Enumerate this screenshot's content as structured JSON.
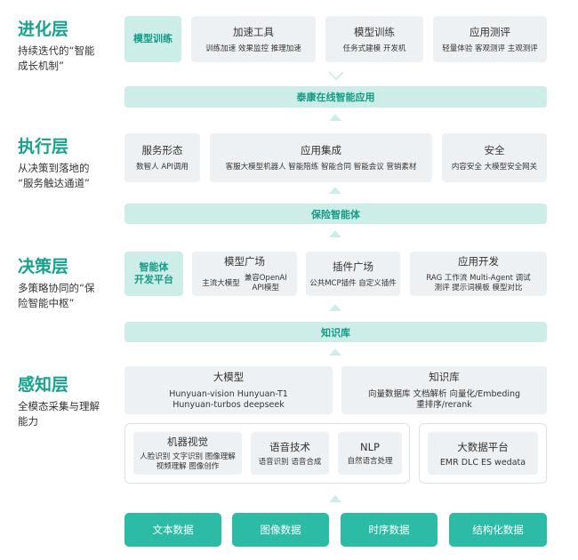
{
  "layers": {
    "evolution": {
      "title": "进化层",
      "desc": [
        "持续迭代的“智能",
        "成长机制”"
      ]
    },
    "execution": {
      "title": "执行层",
      "desc": [
        "从决策到落地的",
        "“服务触达通道”"
      ]
    },
    "decision": {
      "title": "决策层",
      "desc": [
        "多策略协同的“保",
        "险智能中枢”"
      ]
    },
    "perception": {
      "title": "感知层",
      "desc": [
        "全模态采集与理解",
        "能力"
      ]
    }
  },
  "evolution": {
    "model_training": "模型训练",
    "cards": [
      {
        "title": "加速工具",
        "sub": "训练加速  效果监控  推理加速"
      },
      {
        "title": "模型训练",
        "sub": "任务式建模  开发机"
      },
      {
        "title": "应用测评",
        "sub": "轻量体验  客观测评  主观测评"
      }
    ],
    "band": "泰康在线智能应用"
  },
  "execution": {
    "cards": [
      {
        "title": "服务形态",
        "sub": "数智人  API调用"
      },
      {
        "title": "应用集成",
        "sub": "客服大模型机器人  智能陪练  智能合同  智能会议  营销素材"
      },
      {
        "title": "安全",
        "sub": "内容安全  大模型安全网关"
      }
    ],
    "band": "保险智能体"
  },
  "decision": {
    "platform": [
      "智能体",
      "开发平台"
    ],
    "cards": [
      {
        "title": "模型广场",
        "sub1": "主流大模型",
        "sub2": [
          "兼容OpenAI",
          "API模型"
        ]
      },
      {
        "title": "插件广场",
        "sub": "公共MCP插件  自定义插件"
      },
      {
        "title": "应用开发",
        "sub": [
          "RAG  工作流  Multi-Agent  调试",
          "测评  提示词模板  模型对比"
        ]
      }
    ],
    "band": "知识库"
  },
  "perception": {
    "big_model": {
      "title": "大模型",
      "lines": [
        "Hunyuan-vision  Hunyuan-T1",
        "Hunyuan-turbos  deepseek"
      ]
    },
    "knowledge": {
      "title": "知识库",
      "lines": [
        "向量数据库  文档解析  向量化/Embeding",
        "重排序/rerank"
      ]
    },
    "vision": {
      "title": "机器视觉",
      "lines": [
        "人脸识别  文字识别  图像理解",
        "视频理解  图像创作"
      ]
    },
    "speech": {
      "title": "语音技术",
      "lines": [
        "语音识别  语音合成"
      ]
    },
    "nlp": {
      "title": "NLP",
      "lines": [
        "自然语言处理"
      ]
    },
    "bigdata": {
      "title": "大数据平台",
      "lines": [
        "EMR  DLC  ES  wedata"
      ]
    }
  },
  "data_sources": [
    "文本数据",
    "图像数据",
    "时序数据",
    "结构化数据"
  ],
  "colors": {
    "accent": "#16a28c",
    "band": "#cdeee8",
    "card": "#eef1f4",
    "data": "#2cbba4"
  }
}
